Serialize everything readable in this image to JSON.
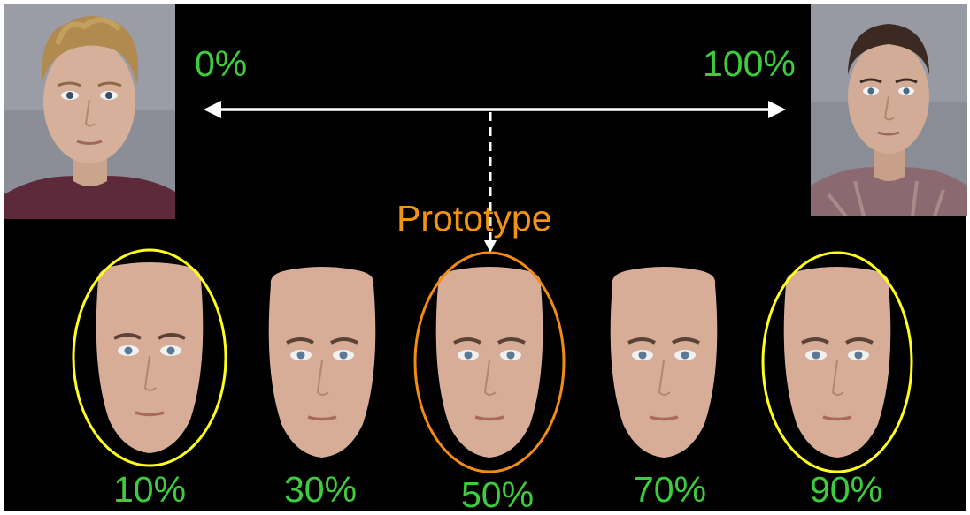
{
  "scale": {
    "start_label": "0%",
    "end_label": "100%",
    "prototype_label": "Prototype",
    "morph_labels": [
      "10%",
      "30%",
      "50%",
      "70%",
      "90%"
    ]
  },
  "highlights": {
    "endpoint_color": "#ffff1a",
    "prototype_color": "#f28c12"
  },
  "colors": {
    "label_green": "#3dcc3d",
    "prototype_orange": "#f29411",
    "background": "#000000",
    "arrow": "#ffffff"
  }
}
